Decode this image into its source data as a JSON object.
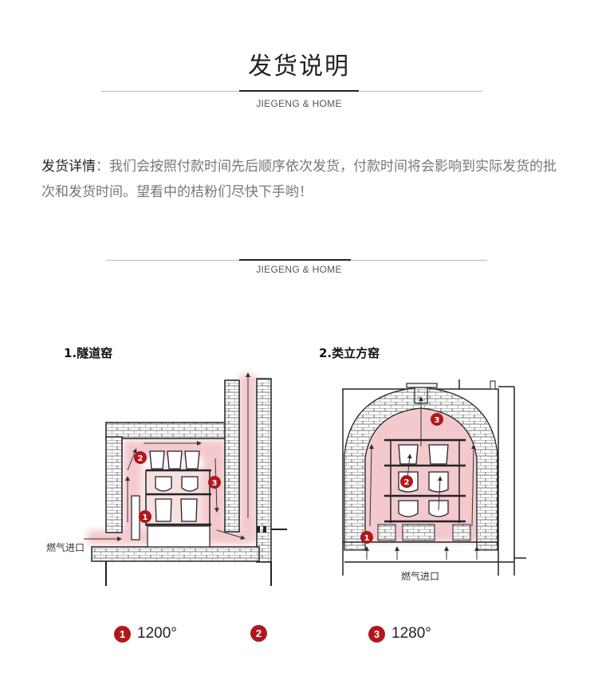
{
  "header": {
    "title": "发货说明",
    "subtitle": "JIEGENG & HOME"
  },
  "body": {
    "label": "发货详情",
    "text": "：我们会按照付款时间先后顺序依次发货，付款时间将会影响到实际发货的批次和发货时间。望看中的桔粉们尽快下手哟！"
  },
  "divider2": {
    "subtitle": "JIEGENG & HOME"
  },
  "kilns": {
    "left": {
      "label": "1.隧道窑",
      "gas_label": "燃气进口"
    },
    "right": {
      "label": "2.类立方窑",
      "gas_label": "燃气进口"
    }
  },
  "markers": [
    "1",
    "2",
    "3"
  ],
  "legend": [
    {
      "num": "1",
      "text": "1200°"
    },
    {
      "num": "2",
      "text": ""
    },
    {
      "num": "3",
      "text": "1280°"
    }
  ],
  "colors": {
    "accent": "#b0181c",
    "heat": "#f2c4c8"
  }
}
